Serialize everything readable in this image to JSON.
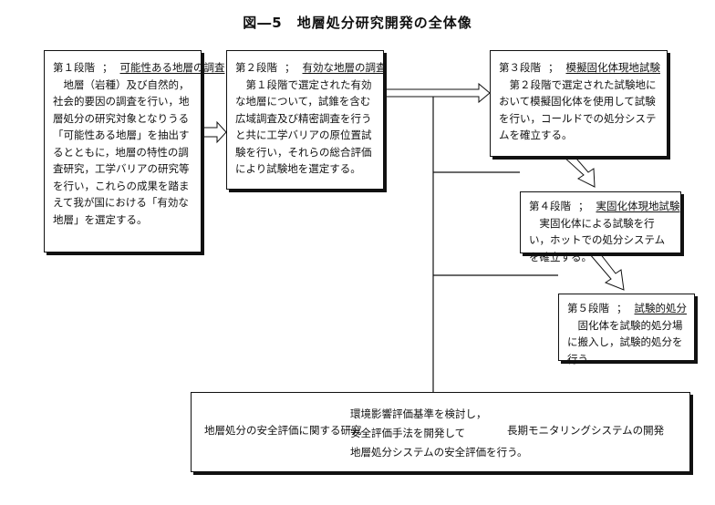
{
  "title": "図―5　地層処分研究開発の全体像",
  "stages": [
    {
      "step": "第１段階",
      "sep": "；",
      "name": "可能性ある地層の調査",
      "body": "地層（岩種）及び自然的，社会的要因の調査を行い，地層処分の研究対象となりうる「可能性ある地層」を抽出するとともに，地層の特性の調査研究，工学バリアの研究等を行い，これらの成果を踏まえて我が国における「有効な地層」を選定する。"
    },
    {
      "step": "第２段階",
      "sep": "；",
      "name": "有効な地層の調査",
      "body": "第１段階で選定された有効な地層について，試錐を含む広域調査及び精密調査を行うと共に工学バリアの原位置試験を行い，それらの総合評価により試験地を選定する。"
    },
    {
      "step": "第３段階",
      "sep": "；",
      "name": "模擬固化体現地試験",
      "body": "第２段階で選定された試験地において模擬固化体を使用して試験を行い，コールドでの処分システムを確立する。"
    },
    {
      "step": "第４段階",
      "sep": "；",
      "name": "実固化体現地試験",
      "body": "実固化体による試験を行い，ホットでの処分システムを確立する。"
    },
    {
      "step": "第５段階",
      "sep": "；",
      "name": "試験的処分",
      "body": "固化体を試験的処分場に搬入し，試験的処分を行う。"
    }
  ],
  "safety": {
    "lead": "地層処分の安全評価に関する研究",
    "items": [
      "環境影響評価基準を検討し，",
      "安全評価手法を開発して",
      "地層処分システムの安全評価を行う。"
    ],
    "tail": "長期モニタリングシステムの開発"
  }
}
